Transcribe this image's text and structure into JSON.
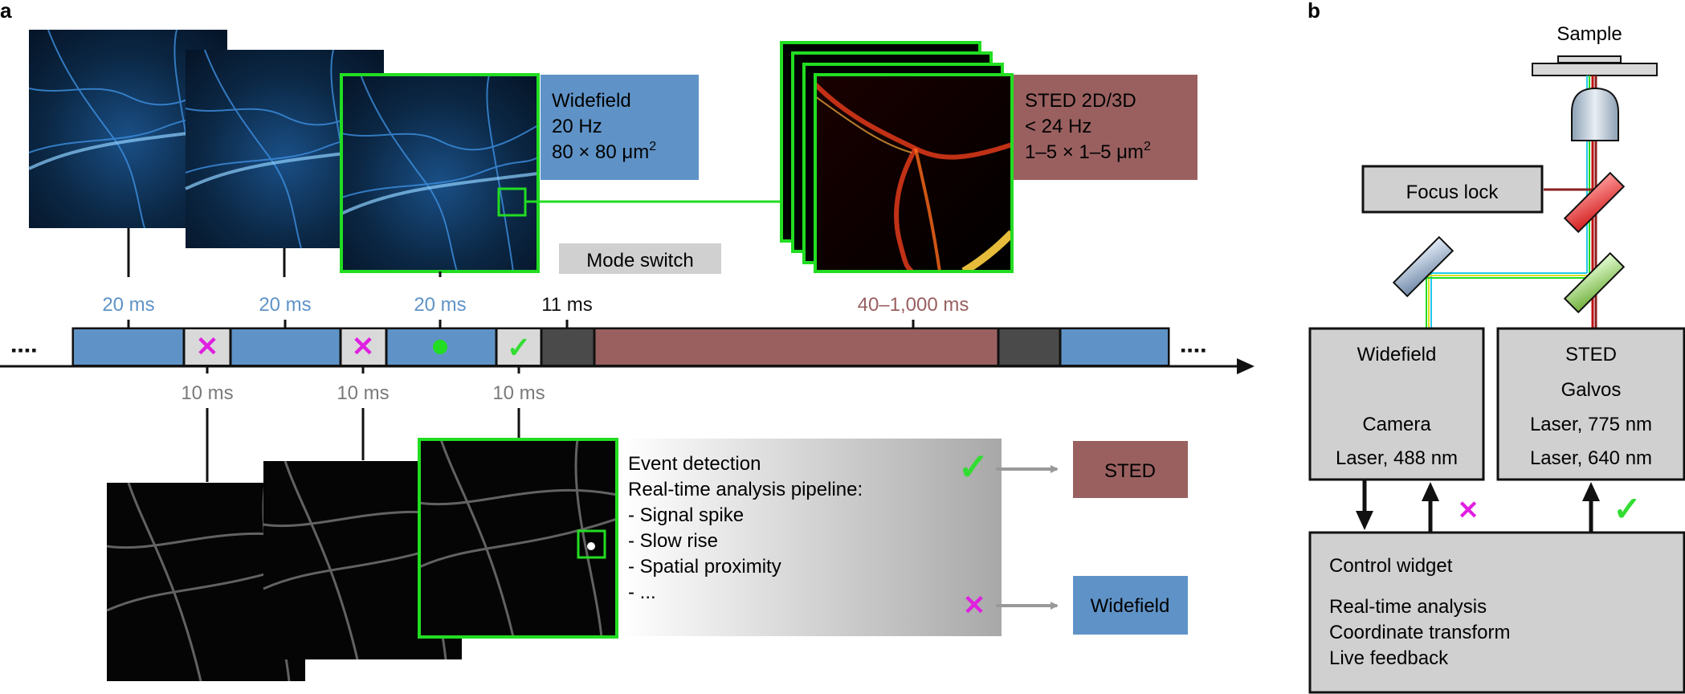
{
  "panels": {
    "a": "a",
    "b": "b"
  },
  "wf_info": {
    "line1": "Widefield",
    "line2": "20 Hz",
    "line3": "80 × 80 μm",
    "sup": "2"
  },
  "sted_info": {
    "line1": "STED 2D/3D",
    "line2": "< 24 Hz",
    "line3": "1–5 × 1–5 μm",
    "sup": "2"
  },
  "mode_switch": "Mode switch",
  "timeline": {
    "top_labels": [
      "20 ms",
      "20 ms",
      "20 ms",
      "11 ms",
      "40–1,000 ms"
    ],
    "bottom_labels": [
      "10 ms",
      "10 ms",
      "10 ms"
    ],
    "ellipsis_left": "▪▪▪▪",
    "ellipsis_right": "▪▪▪▪"
  },
  "analysis": {
    "lines": [
      "Event detection",
      "Real-time analysis pipeline:",
      "- Signal spike",
      "- Slow rise",
      "- Spatial proximity",
      "- ..."
    ],
    "yes_mark": "✓",
    "no_mark": "✕",
    "yes_target": "STED",
    "no_target": "Widefield"
  },
  "setup": {
    "sample": "Sample",
    "focus_lock": "Focus lock",
    "widefield_box": [
      "Widefield",
      "Camera",
      "Laser, 488 nm"
    ],
    "sted_box": [
      "STED",
      "Galvos",
      "Laser, 775 nm",
      "Laser, 640 nm"
    ],
    "control_box": [
      "Control widget",
      "Real-time analysis",
      "Coordinate transform",
      "Live feedback"
    ],
    "no_mark": "✕",
    "yes_mark": "✓"
  },
  "colors": {
    "widefield_blue": "#5f93c7",
    "sted_red": "#9a6060",
    "switch_dark": "#4a4a4a",
    "analysis_gray": "#d9d9d9",
    "frame_green": "#22dd22",
    "reject_magenta": "#e020e0",
    "accept_green": "#33dd33",
    "label_blue": "#5f93c7",
    "label_red": "#9a6060",
    "label_gray": "#7a7a7a",
    "box_gray": "#d0d0d0"
  }
}
